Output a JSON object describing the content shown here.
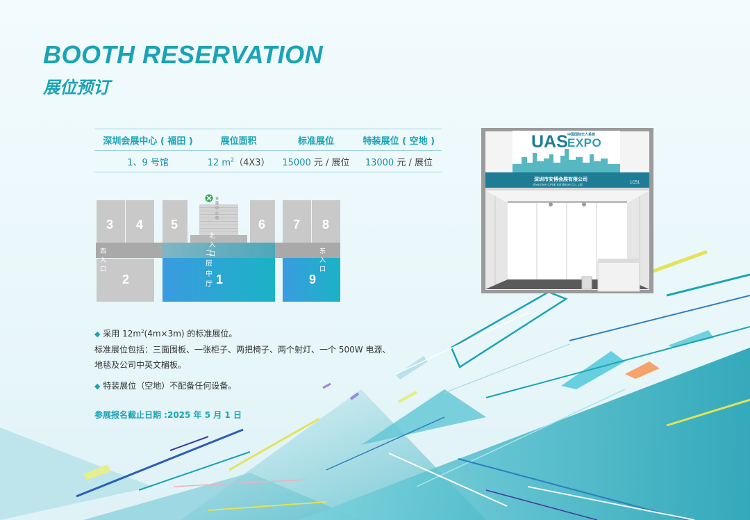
{
  "title_en": "BOOTH RESERVATION",
  "title_cn": "展位预订",
  "table": {
    "headers": [
      "深圳会展中心 ( 福田 )",
      "展位面积",
      "标准展位",
      "特装展位 ( 空地 )"
    ],
    "row": {
      "halls": "1、9 号馆",
      "area_value": "12 m",
      "area_sup": "2",
      "area_dims": "（4X3）",
      "standard_price": "15000",
      "standard_unit": "元 / 展位",
      "special_price": "13000",
      "special_unit": "元 / 展位"
    }
  },
  "floor_plan": {
    "halls": [
      "3",
      "4",
      "5",
      "6",
      "7",
      "8",
      "2",
      "1",
      "9"
    ],
    "north_entrance": "北入口",
    "west_entrance": "西入口",
    "east_entrance": "东入口",
    "mezzanine": "二层中厅",
    "metro_station": "会展中心站"
  },
  "description": {
    "line1_a": "采用 12m",
    "line1_sup": "2",
    "line1_b": "(4m×3m) 的标准展位。",
    "line2": "标准展位包括：三面围板、一张柜子、两把椅子、两个射灯、一个 500W 电源、",
    "line3": "地毯及公司中英文楣板。",
    "line4": "特装展位（空地）不配备任何设备。"
  },
  "deadline": "参展报名截止日期 :2025 年 5 月 1 日",
  "booth": {
    "logo_main": "UAS",
    "logo_sub": "EXPO",
    "logo_cn": "中国国际无人系统",
    "company_cn": "深圳市安博会展有限公司",
    "company_en": "Shenzhen CPSE Exhibition Co., Ltd.",
    "booth_no": "1C51"
  },
  "colors": {
    "accent": "#1aa3b5",
    "hall_blue": "#3b9be0",
    "hall_gray": "#c9c9c9",
    "booth_fascia": "#1e7d94"
  }
}
